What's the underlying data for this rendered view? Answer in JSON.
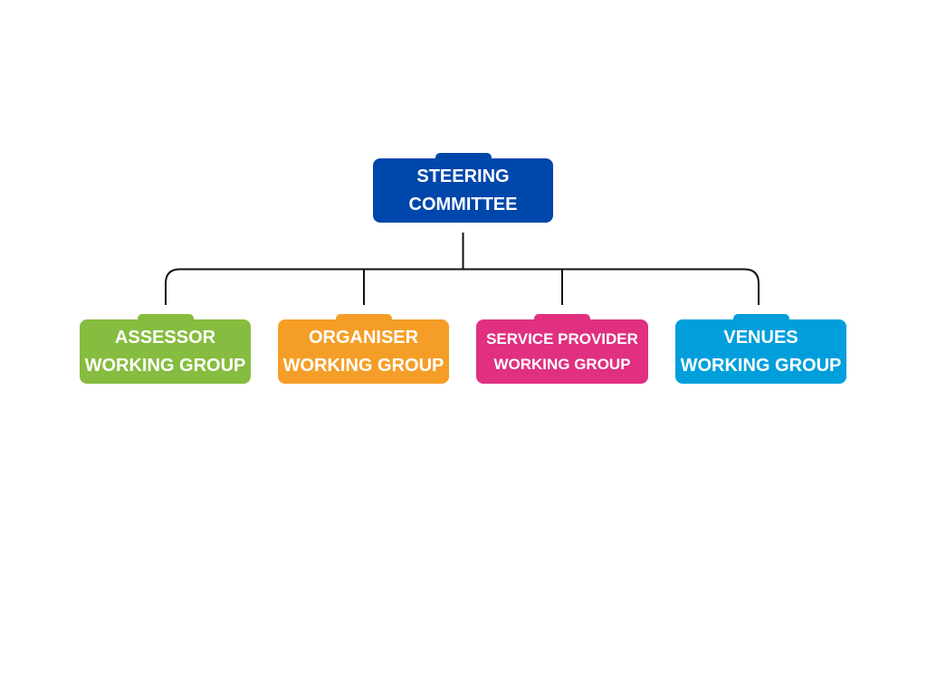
{
  "root": {
    "lines": [
      "STEERING",
      "COMMITTEE"
    ],
    "color": "#0047AB"
  },
  "groups": [
    {
      "lines": [
        "ASSESSOR",
        "WORKING GROUP"
      ],
      "color": "#86BC3F"
    },
    {
      "lines": [
        "ORGANISER",
        "WORKING GROUP"
      ],
      "color": "#F59E27"
    },
    {
      "lines": [
        "SERVICE PROVIDER",
        "WORKING GROUP"
      ],
      "color": "#E0307F"
    },
    {
      "lines": [
        "VENUES",
        "WORKING GROUP"
      ],
      "color": "#009FDC"
    }
  ]
}
